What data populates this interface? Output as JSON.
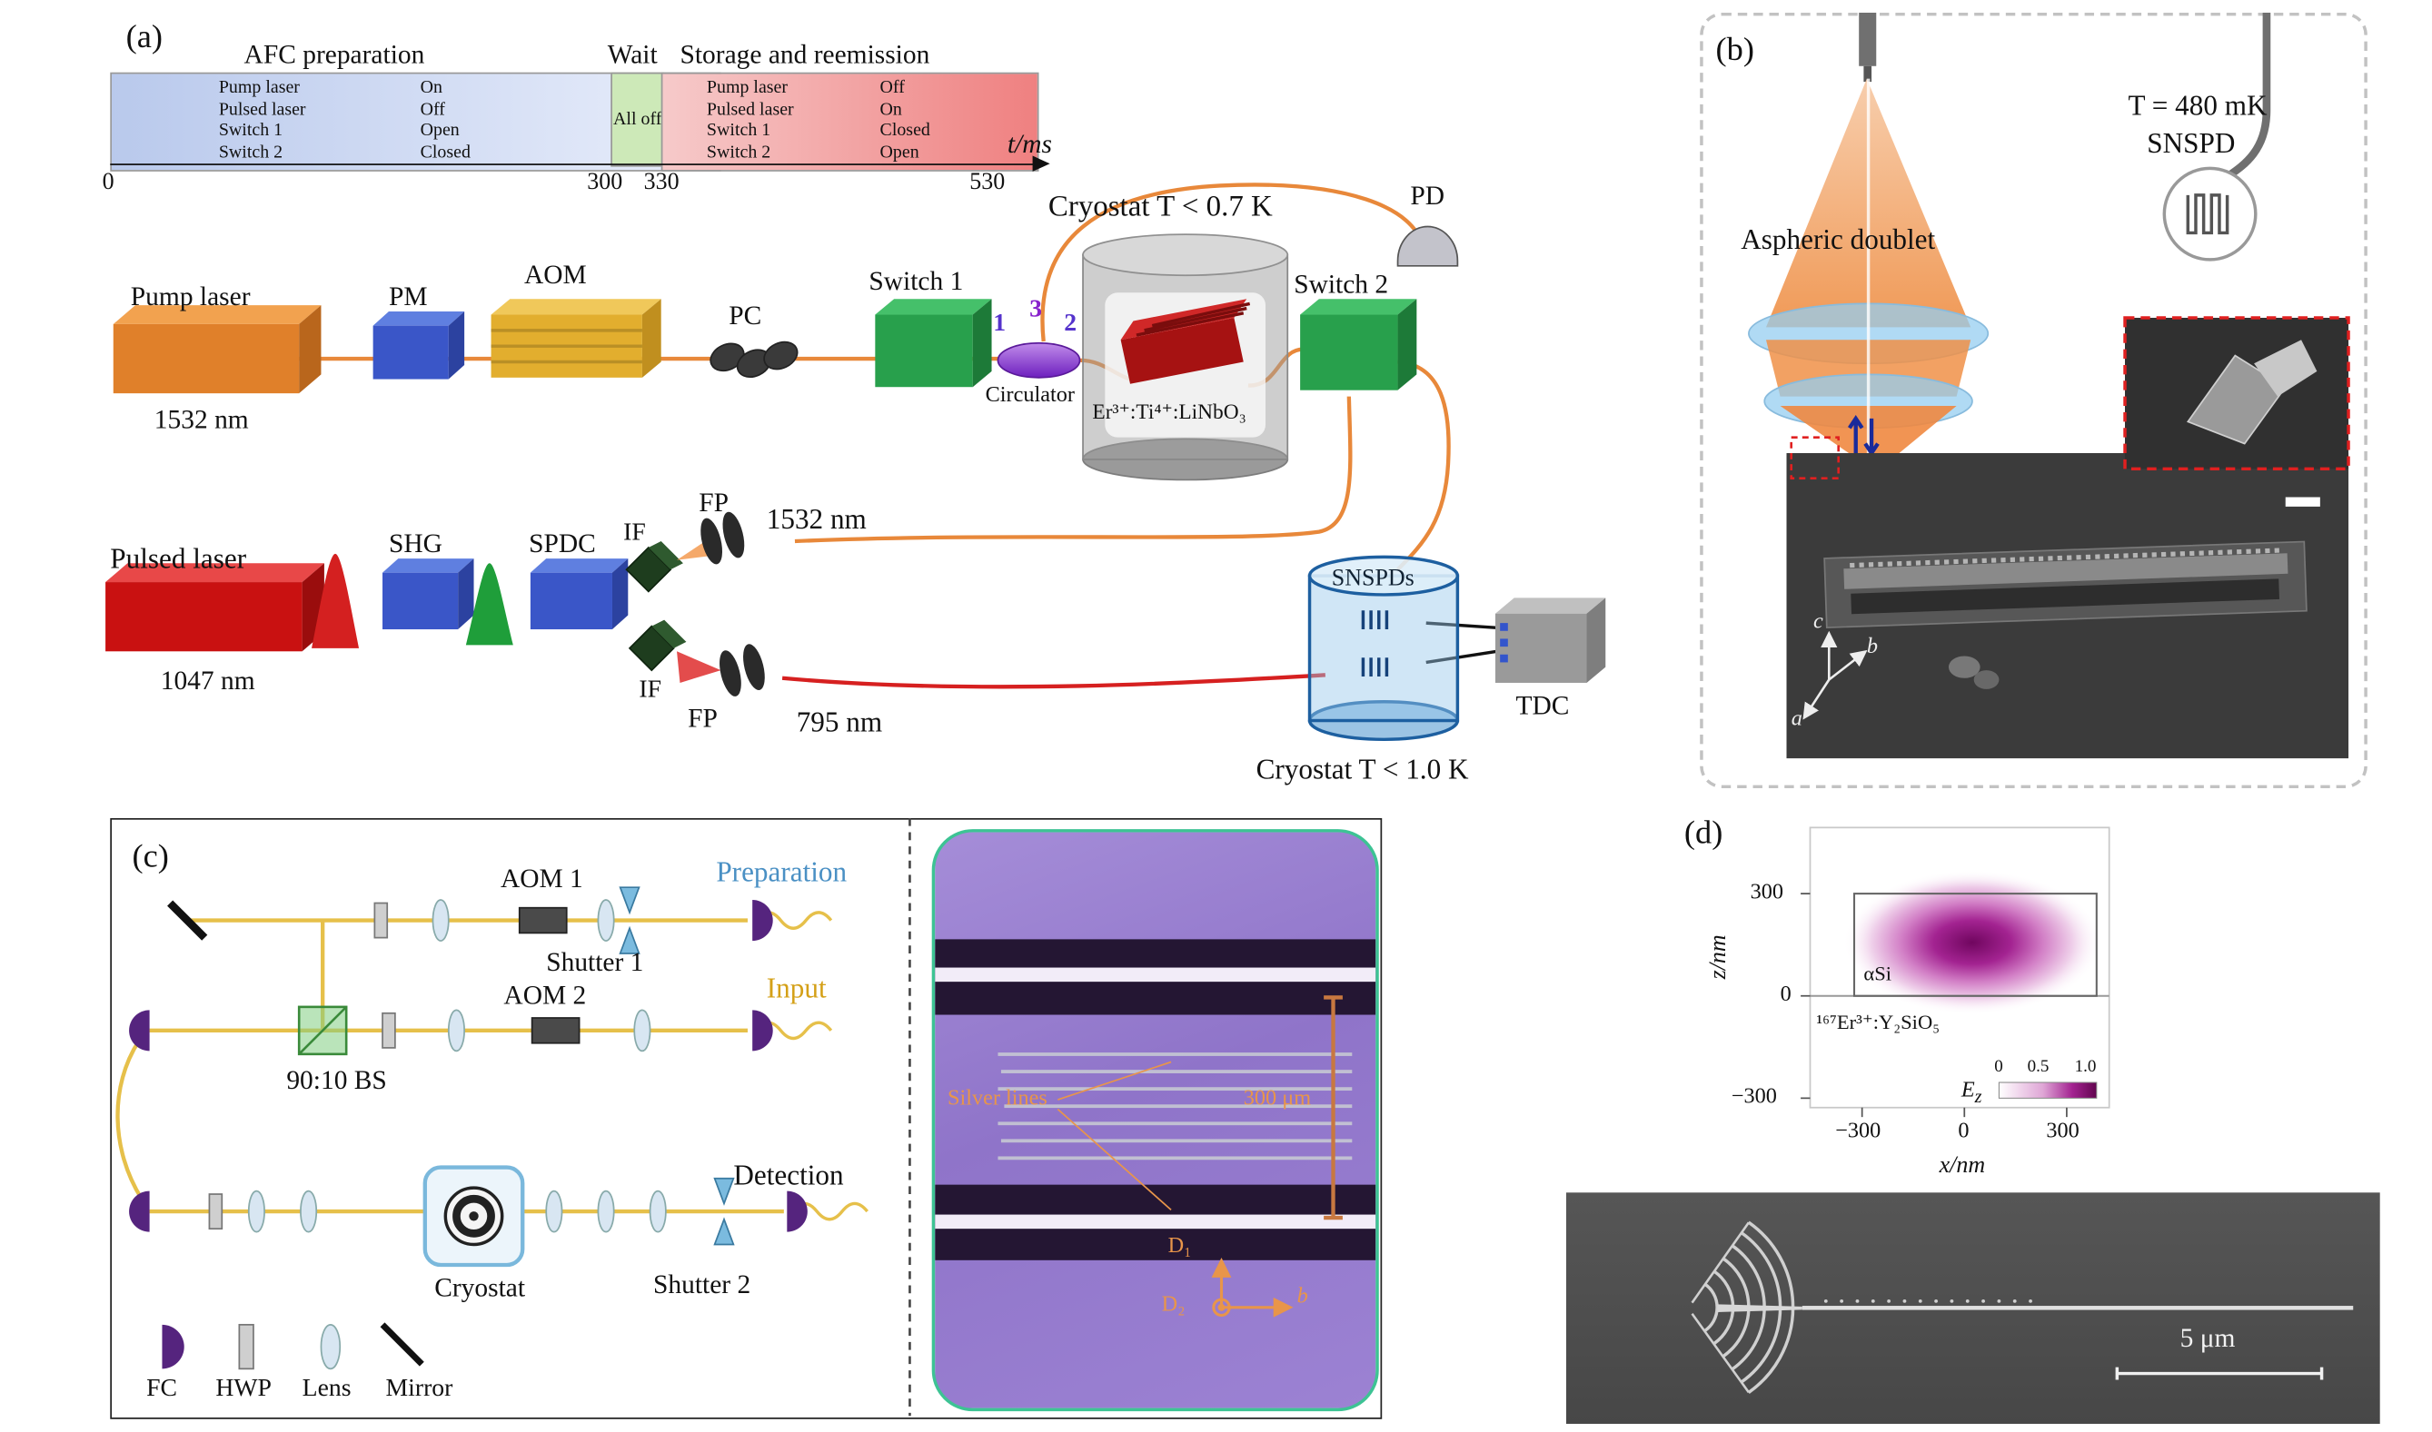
{
  "panels": {
    "a": "(a)",
    "b": "(b)",
    "c": "(c)",
    "d": "(d)"
  },
  "timing": {
    "afc_title": "AFC preparation",
    "wait_title": "Wait",
    "storage_title": "Storage and reemission",
    "afc_rows": [
      {
        "name": "Pump laser",
        "state": "On"
      },
      {
        "name": "Pulsed laser",
        "state": "Off"
      },
      {
        "name": "Switch 1",
        "state": "Open"
      },
      {
        "name": "Switch 2",
        "state": "Closed"
      }
    ],
    "all_off": "All off",
    "storage_rows": [
      {
        "name": "Pump laser",
        "state": "Off"
      },
      {
        "name": "Pulsed laser",
        "state": "On"
      },
      {
        "name": "Switch 1",
        "state": "Closed"
      },
      {
        "name": "Switch 2",
        "state": "Open"
      }
    ],
    "axis_label": "t/ms",
    "ticks": {
      "t0": "0",
      "t300": "300",
      "t330": "330",
      "t530": "530"
    }
  },
  "a": {
    "pump_laser": "Pump laser",
    "pump_wl": "1532 nm",
    "pm": "PM",
    "aom": "AOM",
    "pc": "PC",
    "switch1": "Switch 1",
    "port1": "1",
    "port3": "3",
    "port2": "2",
    "circulator": "Circulator",
    "cryostat1": "Cryostat T < 0.7 K",
    "crystal": "Er³⁺:Ti⁴⁺:LiNbO₃",
    "switch2": "Switch 2",
    "pd": "PD",
    "pulsed_laser": "Pulsed laser",
    "pulsed_wl": "1047 nm",
    "shg": "SHG",
    "spdc": "SPDC",
    "if_top": "IF",
    "fp_top": "FP",
    "wl_1532": "1532 nm",
    "if_bottom": "IF",
    "fp_bottom": "FP",
    "wl_795": "795 nm",
    "snspds": "SNSPDs",
    "tdc": "TDC",
    "cryostat2": "Cryostat T < 1.0 K"
  },
  "b": {
    "temp": "T = 480 mK",
    "snspd": "SNSPD",
    "aspheric": "Aspheric doublet",
    "axis_c": "c",
    "axis_b": "b",
    "axis_a": "a"
  },
  "c": {
    "aom1": "AOM 1",
    "shutter1": "Shutter 1",
    "preparation": "Preparation",
    "aom2": "AOM 2",
    "input": "Input",
    "bs": "90:10 BS",
    "cryostat": "Cryostat",
    "detection": "Detection",
    "shutter2": "Shutter 2",
    "legend_fc": "FC",
    "legend_hwp": "HWP",
    "legend_lens": "Lens",
    "legend_mirror": "Mirror",
    "silver_lines": "Silver lines",
    "scale": "300 μm",
    "d1": "D₁",
    "d2": "D₂",
    "axis_b": "b"
  },
  "d": {
    "z_label": "z/nm",
    "z_t300": "300",
    "z_t0": "0",
    "z_tm300": "−300",
    "x_tm300": "−300",
    "x_t0": "0",
    "x_t300": "300",
    "x_label": "x/nm",
    "asi": "αSi",
    "crystal": "¹⁶⁷Er³⁺:Y₂SiO₅",
    "ez_e": "E",
    "ez_z": "z",
    "cb_t0": "0",
    "cb_t05": "0.5",
    "cb_t10": "1.0",
    "scale": "5 μm"
  }
}
